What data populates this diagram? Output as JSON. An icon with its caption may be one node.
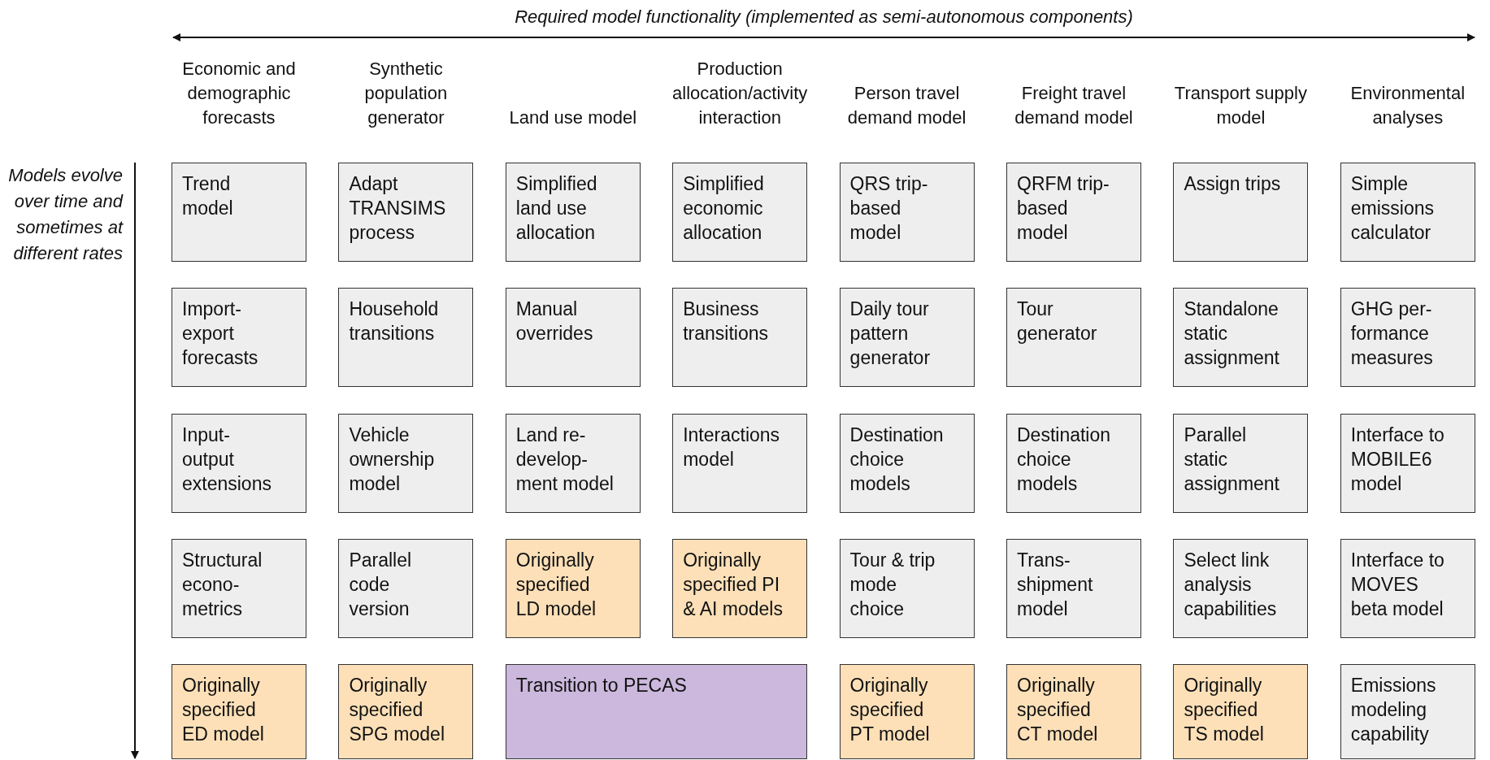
{
  "diagram": {
    "title": "Required model functionality (implemented as semi-autonomous components)",
    "labels": [
      "Economic and demographic forecasts",
      "Synthetic population generator",
      "Land use model",
      "Production allocation/activity interaction",
      "Person travel demand model",
      "Freight travel demand model",
      "Transport supply model",
      "Environmental analyses",
      "Models evolve over time and sometimes at different rates"
    ],
    "nodes": [
      {
        "text": [
          "Trend model"
        ]
      },
      {
        "text": [
          "Adapt TRANSIMS process"
        ]
      },
      {
        "text": [
          "Simplified land use allocation"
        ]
      },
      {
        "text": [
          "Simplified economic allocation"
        ]
      },
      {
        "text": [
          "QRS trip-based model"
        ]
      },
      {
        "text": [
          "QRFM trip-based model"
        ]
      },
      {
        "text": [
          "Assign trips"
        ]
      },
      {
        "text": [
          "Simple emissions calculator"
        ]
      },
      {
        "text": [
          "Import- export forecasts"
        ]
      },
      {
        "text": [
          "Household transitions"
        ]
      },
      {
        "text": [
          "Manual overrides"
        ]
      },
      {
        "text": [
          "Business transitions"
        ]
      },
      {
        "text": [
          "Daily tour pattern generator"
        ]
      },
      {
        "text": [
          "Tour generator"
        ]
      },
      {
        "text": [
          "Standalone static assignment"
        ]
      },
      {
        "text": [
          "GHG per- formance measures"
        ]
      },
      {
        "text": [
          "Input- output extensions"
        ]
      },
      {
        "text": [
          "Vehicle ownership model"
        ]
      },
      {
        "text": [
          "Land re- develop- ment model"
        ]
      },
      {
        "text": [
          "Interactions model"
        ]
      },
      {
        "text": [
          "Destination choice models"
        ]
      },
      {
        "text": [
          "Destination choice models"
        ]
      },
      {
        "text": [
          "Parallel static assignment"
        ]
      },
      {
        "text": [
          "Interface to MOBILE6 model"
        ]
      },
      {
        "text": [
          "Structural econo- metrics"
        ]
      },
      {
        "text": [
          "Parallel code version"
        ]
      },
      {
        "text": [
          "Originally specified LD model"
        ]
      },
      {
        "text": [
          "Originally specified PI & AI models"
        ]
      },
      {
        "text": [
          "Tour & trip mode choice"
        ]
      },
      {
        "text": [
          "Trans- shipment model"
        ]
      },
      {
        "text": [
          "Select link analysis capabilities"
        ]
      },
      {
        "text": [
          "Interface to MOVES beta model"
        ]
      },
      {
        "text": [
          "Originally specified ED model"
        ]
      },
      {
        "text": [
          "Originally specified SPG model"
        ]
      },
      {
        "text": [
          "Transition to PECAS"
        ]
      },
      {
        "text": [
          "Originally specified PT model"
        ]
      },
      {
        "text": [
          "Originally specified CT model"
        ]
      },
      {
        "text": [
          "Originally specified TS model"
        ]
      },
      {
        "text": [
          "Emissions modeling capability"
        ]
      }
    ],
    "edges": []
  }
}
